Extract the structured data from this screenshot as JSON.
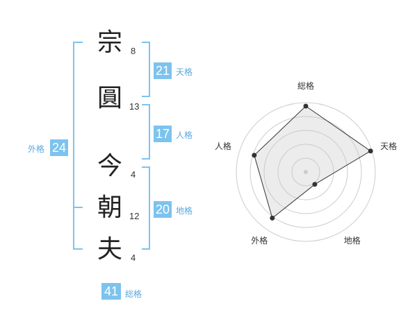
{
  "chars": [
    {
      "char": "宗",
      "strokes": "8"
    },
    {
      "char": "圓",
      "strokes": "13"
    },
    {
      "char": "今",
      "strokes": "4"
    },
    {
      "char": "朝",
      "strokes": "12"
    },
    {
      "char": "夫",
      "strokes": "4"
    }
  ],
  "fortunes": {
    "tenkaku": {
      "value": "21",
      "label": "天格"
    },
    "jinkaku": {
      "value": "17",
      "label": "人格"
    },
    "chikaku": {
      "value": "20",
      "label": "地格"
    },
    "gaikaku": {
      "value": "24",
      "label": "外格"
    },
    "soukaku": {
      "value": "41",
      "label": "総格"
    }
  },
  "chart_data": {
    "type": "radar",
    "axes": [
      "総格",
      "天格",
      "地格",
      "外格",
      "人格"
    ],
    "values": [
      0.95,
      0.98,
      0.22,
      0.82,
      0.78
    ],
    "range": [
      0,
      1
    ],
    "rings": 5,
    "grid": true
  },
  "colors": {
    "accent": "#7cc3ee",
    "accent_text": "#5aa9de",
    "fill": "#eeeeee",
    "ring": "#cccccc"
  }
}
